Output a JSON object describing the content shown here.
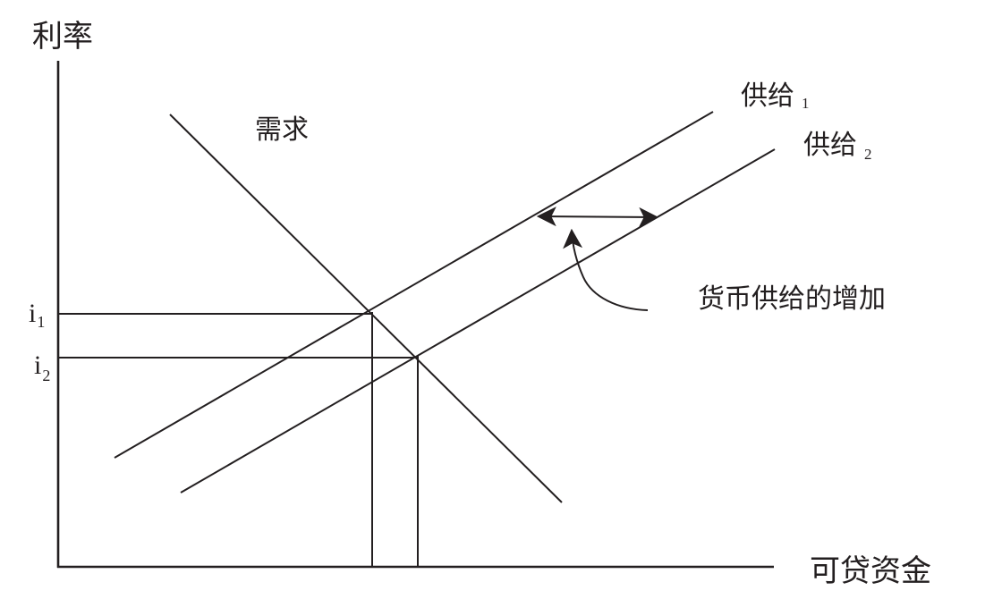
{
  "axes": {
    "y_title": "利率",
    "x_title": "可贷资金"
  },
  "curves": {
    "demand": "需求",
    "supply1": {
      "label": "供给",
      "subscript": "1"
    },
    "supply2": {
      "label": "供给",
      "subscript": "2"
    }
  },
  "rate_ticks": [
    {
      "main": "i",
      "sub": "1"
    },
    {
      "main": "i",
      "sub": "2"
    }
  ],
  "annotation": "货币供给的增加",
  "colors": {
    "ink": "#231f20",
    "background": "#ffffff"
  }
}
